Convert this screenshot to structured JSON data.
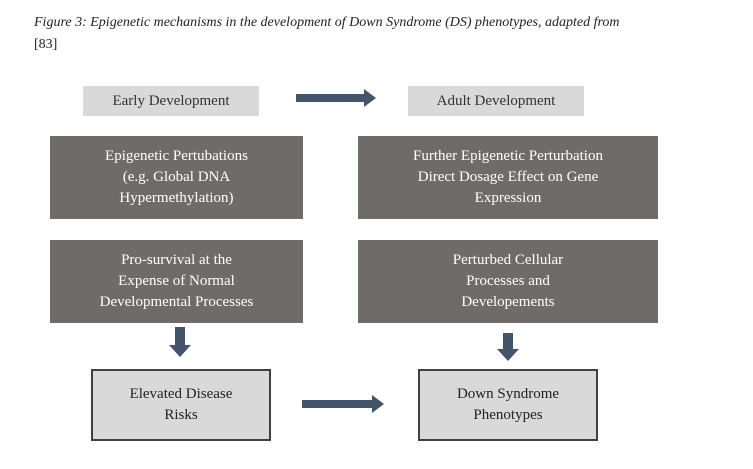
{
  "caption": {
    "label": "Figure 3:",
    "text": "Epigenetic mechanisms in the development of Down Syndrome (DS) phenotypes, adapted from",
    "reference": "[83]"
  },
  "headers": {
    "early": "Early Development",
    "adult": "Adult Development"
  },
  "boxes": {
    "early_top": "Epigenetic Pertubations\n(e.g. Global DNA\nHypermethylation)",
    "adult_top": "Further Epigenetic Perturbation\nDirect Dosage Effect on Gene\nExpression",
    "early_middle": "Pro-survival at the\nExpense of Normal\nDevelopmental Processes",
    "adult_middle": "Perturbed Cellular\nProcesses and\nDevelopements"
  },
  "outcomes": {
    "early": "Elevated Disease\nRisks",
    "adult": "Down Syndrome\nPhenotypes"
  },
  "colors": {
    "arrow": "#44546a",
    "dark_box": "#6f6b68",
    "light_box": "#d9d9d9",
    "outcome_border": "#404040"
  }
}
